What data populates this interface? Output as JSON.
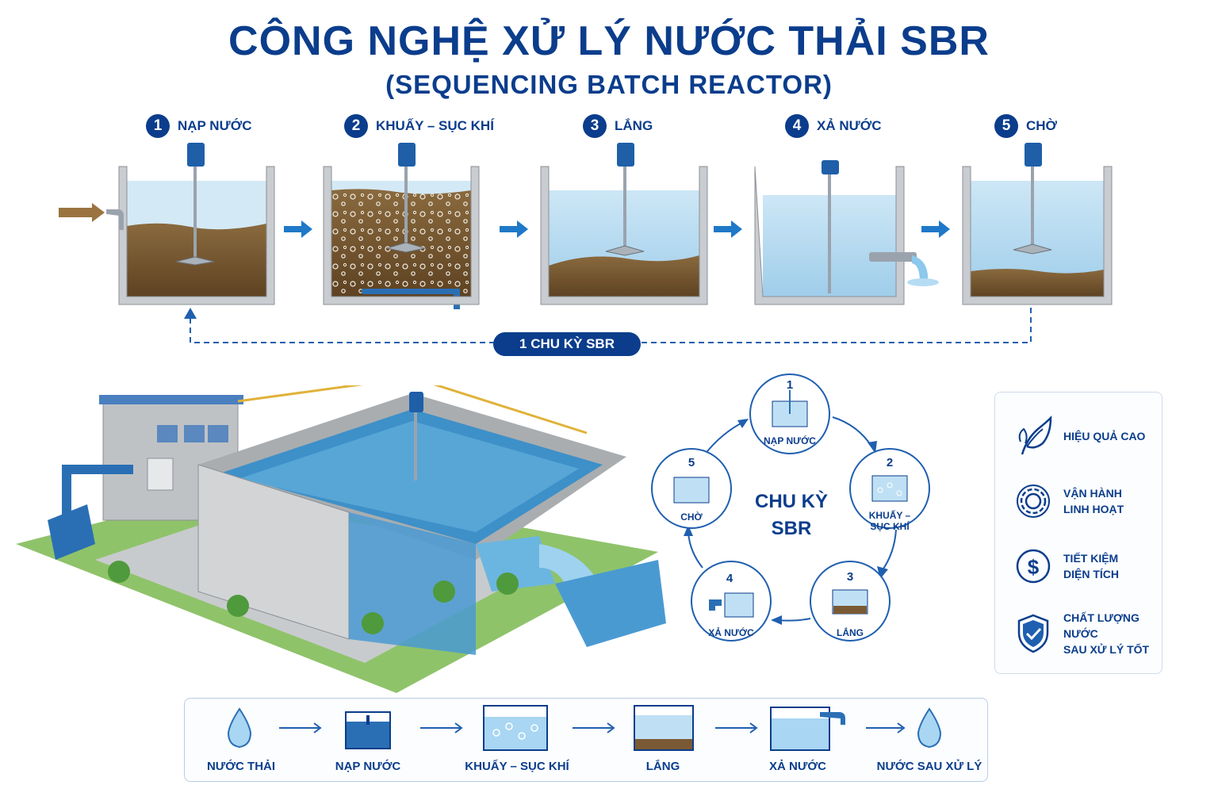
{
  "header": {
    "title": "CÔNG NGHỆ XỬ LÝ NƯỚC THẢI SBR",
    "subtitle": "(SEQUENCING BATCH REACTOR)"
  },
  "steps": [
    {
      "num": "1",
      "label": "NẠP NƯỚC"
    },
    {
      "num": "2",
      "label": "KHUẤY – SỤC KHÍ"
    },
    {
      "num": "3",
      "label": "LẮNG"
    },
    {
      "num": "4",
      "label": "XẢ NƯỚC"
    },
    {
      "num": "5",
      "label": "CHỜ"
    }
  ],
  "cycle_pill": "1 CHU KỲ SBR",
  "cycle": {
    "center_line1": "CHU KỲ",
    "center_line2": "SBR",
    "items": [
      {
        "num": "1",
        "label": "NẠP NƯỚC"
      },
      {
        "num": "2",
        "label_line1": "KHUẤY –",
        "label_line2": "SỤC KHÍ"
      },
      {
        "num": "3",
        "label": "LẮNG"
      },
      {
        "num": "4",
        "label": "XẢ NƯỚC"
      },
      {
        "num": "5",
        "label": "CHỜ"
      }
    ]
  },
  "benefits": [
    {
      "icon": "leaf-icon",
      "line1": "HIỆU QUẢ CAO",
      "line2": ""
    },
    {
      "icon": "gear-icon",
      "line1": "VẬN HÀNH",
      "line2": "LINH HOẠT"
    },
    {
      "icon": "dollar-icon",
      "line1": "TIẾT KIỆM",
      "line2": "DIỆN TÍCH"
    },
    {
      "icon": "shield-check-icon",
      "line1": "CHẤT LƯỢNG NƯỚC",
      "line2": "SAU XỬ LÝ TỐT"
    }
  ],
  "flow": [
    {
      "icon": "water-drop-icon",
      "label": "NƯỚC THẢI"
    },
    {
      "icon": "tank-fill-icon",
      "label": "NẠP NƯỚC"
    },
    {
      "icon": "tank-aeration-icon",
      "label": "KHUẤY – SỤC KHÍ"
    },
    {
      "icon": "tank-settle-icon",
      "label": "LẮNG"
    },
    {
      "icon": "tank-discharge-icon",
      "label": "XẢ NƯỚC"
    },
    {
      "icon": "water-drop-icon",
      "label": "NƯỚC SAU XỬ LÝ"
    }
  ],
  "colors": {
    "navy": "#0b3d8c",
    "water": "#bfe0f4",
    "sludge": "#7a5a34",
    "arrow": "#1f78c8",
    "concrete": "#c9ccd0"
  }
}
